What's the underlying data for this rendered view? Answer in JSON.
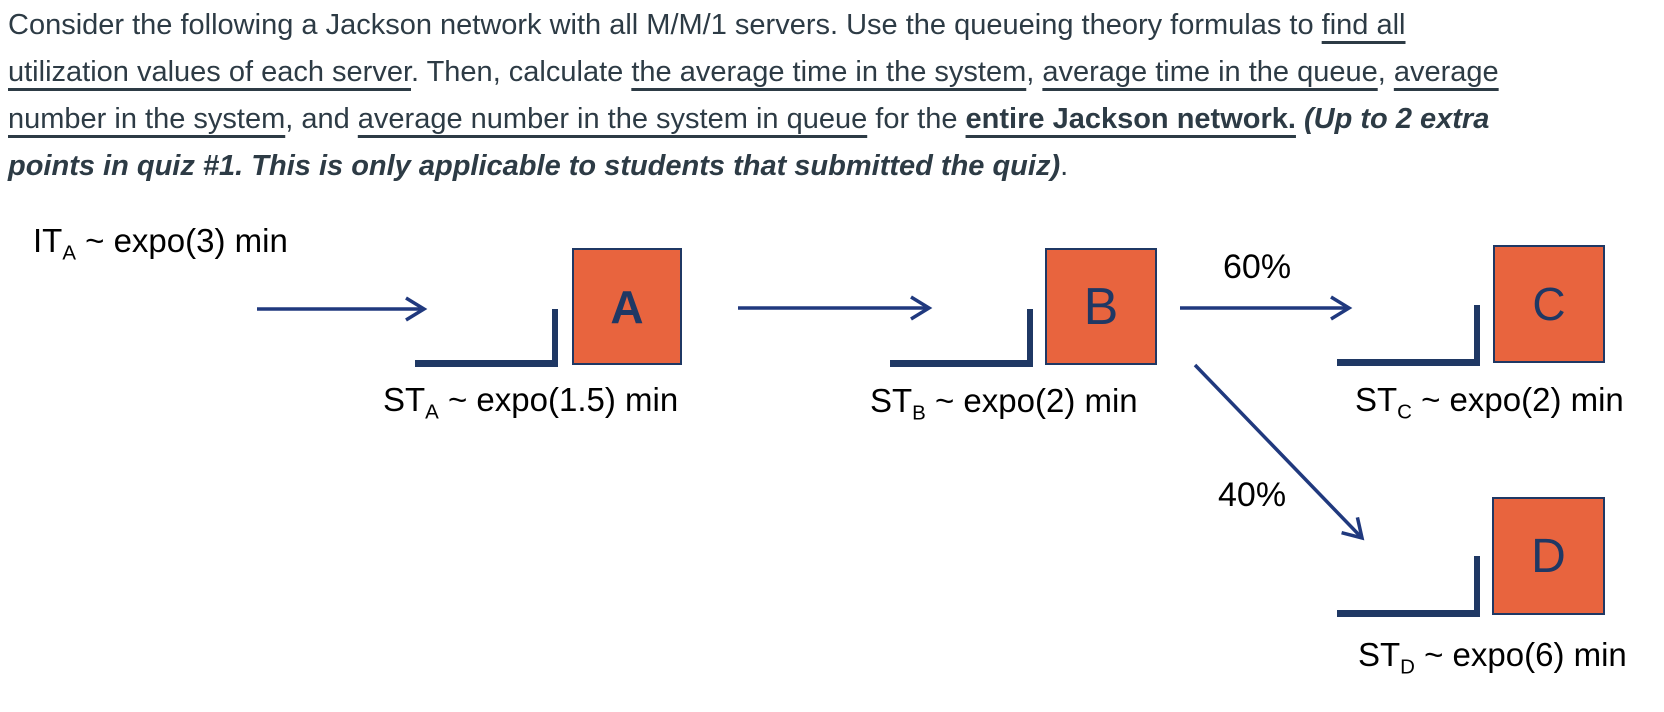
{
  "problem": {
    "lines": [
      {
        "segments": [
          {
            "text": "Consider the following a Jackson network with all M/M/1 servers. Use the queueing theory formulas to ",
            "style": ""
          },
          {
            "text": "find all",
            "style": "u"
          }
        ]
      },
      {
        "segments": [
          {
            "text": "utilization values of each server",
            "style": "u"
          },
          {
            "text": ". Then, calculate ",
            "style": ""
          },
          {
            "text": "the average time in the system",
            "style": "u"
          },
          {
            "text": ", ",
            "style": ""
          },
          {
            "text": "average time in the queue",
            "style": "u"
          },
          {
            "text": ", ",
            "style": ""
          },
          {
            "text": "average",
            "style": "u"
          }
        ]
      },
      {
        "segments": [
          {
            "text": "number in the system",
            "style": "u"
          },
          {
            "text": ", and ",
            "style": ""
          },
          {
            "text": "average number in the system in queue",
            "style": "u"
          },
          {
            "text": " for the ",
            "style": ""
          },
          {
            "text": "entire Jackson network.",
            "style": "bu"
          },
          {
            "text": " ",
            "style": ""
          },
          {
            "text": "(Up to 2 extra",
            "style": "bi"
          }
        ]
      },
      {
        "segments": [
          {
            "text": "points in quiz #1. This is only applicable to students that submitted the quiz)",
            "style": "bi"
          },
          {
            "text": ".",
            "style": ""
          }
        ]
      }
    ]
  },
  "diagram": {
    "arrival_label": {
      "pre": "IT",
      "sub": "A",
      "post": " ~ expo(3) min"
    },
    "servers": [
      {
        "letter": "A",
        "service": {
          "pre": "ST",
          "sub": "A",
          "post": " ~ expo(1.5) min"
        }
      },
      {
        "letter": "B",
        "service": {
          "pre": "ST",
          "sub": "B",
          "post": " ~ expo(2) min"
        }
      },
      {
        "letter": "C",
        "service": {
          "pre": "ST",
          "sub": "C",
          "post": " ~ expo(2) min"
        }
      },
      {
        "letter": "D",
        "service": {
          "pre": "ST",
          "sub": "D",
          "post": " ~ expo(6) min"
        }
      }
    ],
    "branches": [
      {
        "from": "B",
        "to": "C",
        "probability": "60%"
      },
      {
        "from": "B",
        "to": "D",
        "probability": "40%"
      }
    ]
  },
  "colors": {
    "server_fill": "#E8643E",
    "server_border": "#1F3864",
    "server_letter": "#1F3864",
    "queue_line": "#1F3864",
    "arrow": "#20397E",
    "paragraph_text": "#2D3B45",
    "diagram_text": "#000000"
  }
}
